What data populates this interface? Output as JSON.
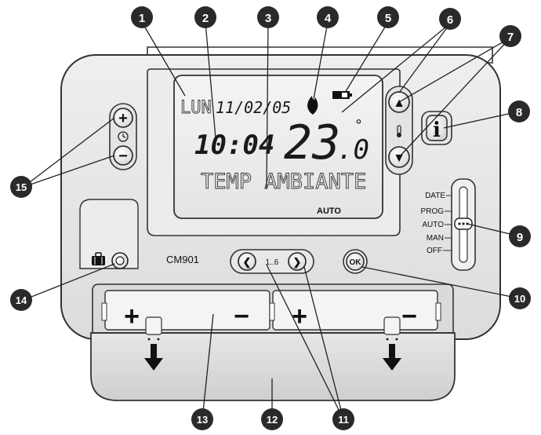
{
  "lcd": {
    "day": "LUN",
    "date": "11/02/05",
    "time": "10:04",
    "temp_main": "23",
    "temp_decimal": ".0",
    "degree": "°",
    "message": "TEMP AMBIANTE",
    "mode": "AUTO"
  },
  "device": {
    "model": "CM901",
    "nav_range": "1..6",
    "ok_label": "OK",
    "plus": "+",
    "minus": "−",
    "up_arrow": "▲",
    "down_arrow": "▼",
    "left_chev": "❮",
    "right_chev": "❯",
    "info": "i"
  },
  "slider_options": [
    "DATE",
    "PROG",
    "AUTO",
    "MAN",
    "OFF"
  ],
  "battery_cover": {
    "left": {
      "plus": "+",
      "minus": "−"
    },
    "right": {
      "plus": "+",
      "minus": "−"
    }
  },
  "callouts": [
    "1",
    "2",
    "3",
    "4",
    "5",
    "6",
    "7",
    "8",
    "9",
    "10",
    "11",
    "12",
    "13",
    "14",
    "15"
  ]
}
